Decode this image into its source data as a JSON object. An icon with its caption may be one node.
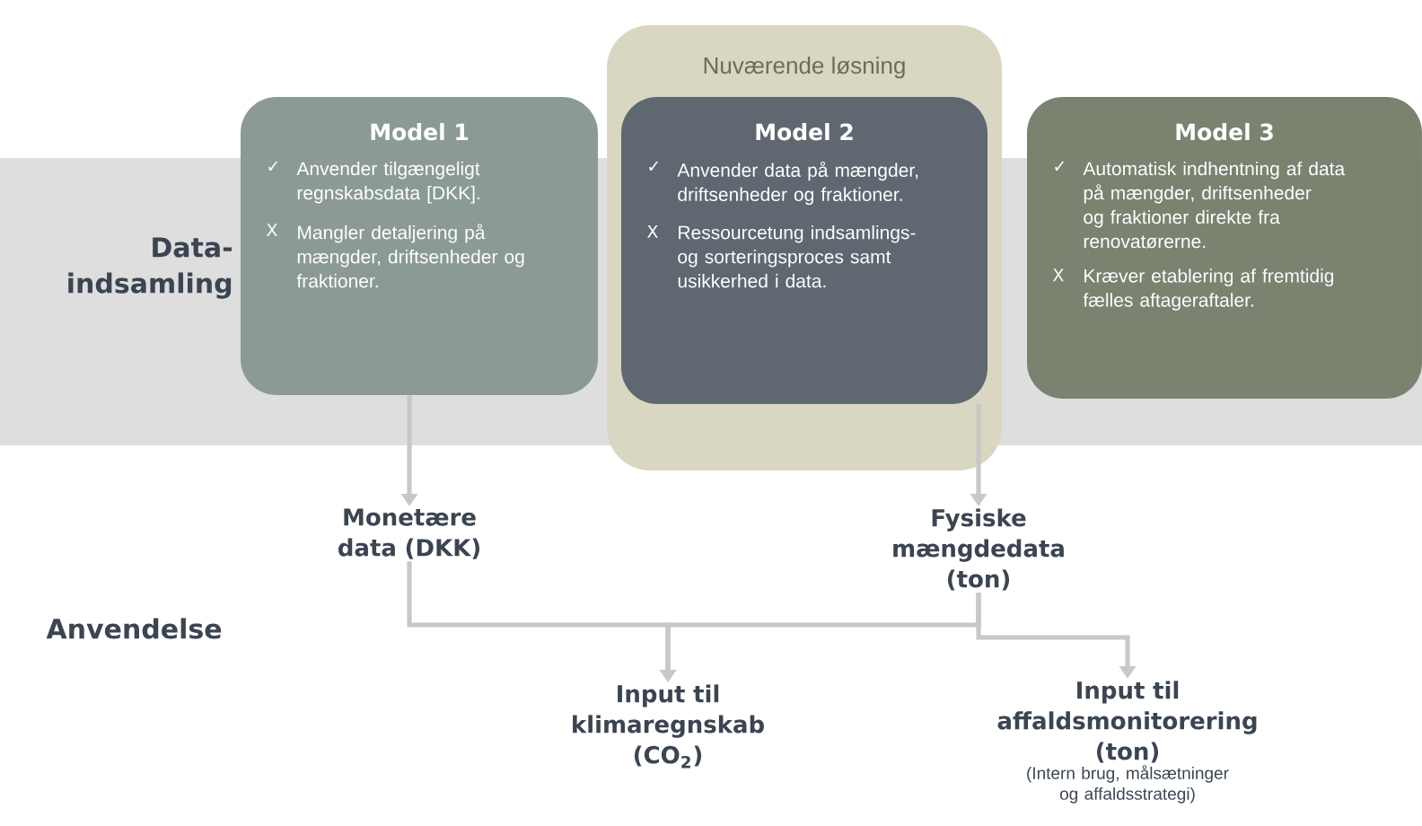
{
  "diagram": {
    "nodes": [
      {
        "text": [
          "Nuværende løsning"
        ]
      },
      {
        "text": [
          "Model 1",
          "✓",
          "Anvender tilgængeligt regnskabsdata [DKK].",
          "X",
          "Mangler detaljering på mængder, driftsenheder og fraktioner."
        ]
      },
      {
        "text": [
          "Model 2",
          "✓",
          "Anvender data på mængder, driftsenheder og fraktioner.",
          "X",
          "Ressourcetung indsamlings- og sorteringsproces samt usikkerhed i data."
        ],
        "in": 0
      },
      {
        "text": [
          "Model 3",
          "✓",
          "Automatisk indhentning af data på mængder, driftsenheder og fraktioner direkte fra renovatørerne.",
          "X",
          "Kræver etablering af fremtidig fælles aftageraftaler."
        ]
      },
      {
        "text": [
          "Monetære data (DKK)"
        ]
      },
      {
        "text": [
          "Fysiske mængdedata (ton)"
        ]
      },
      {
        "text": [
          "Input til klimaregnskab (CO$_{2}$)"
        ]
      },
      {
        "text": [
          "Input til affaldsmonitorering (ton)",
          "(Intern brug, målsætninger og affaldsstrategi)"
        ]
      }
    ],
    "edges": [
      {
        "from": 1,
        "to": 4,
        "arrow": "to"
      },
      {
        "from": 2,
        "to": 5,
        "arrow": "to"
      },
      {
        "from": 4,
        "to": 6,
        "arrow": "to"
      },
      {
        "from": 5,
        "to": 6,
        "arrow": "to"
      },
      {
        "from": 5,
        "to": 7,
        "arrow": "to"
      }
    ],
    "labels": [
      "Data-indsamling",
      "Anvendelse"
    ]
  }
}
